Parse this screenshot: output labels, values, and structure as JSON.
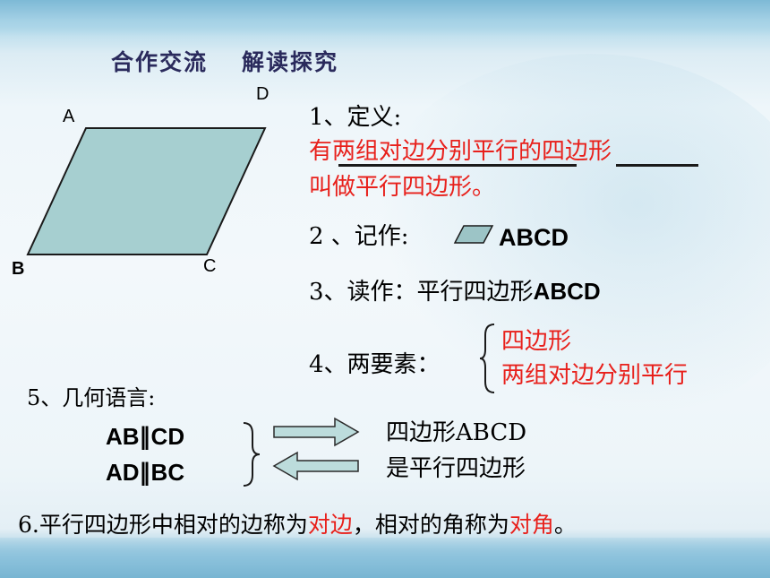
{
  "title": {
    "part1": "合作交流",
    "part2": "解读探究"
  },
  "figure": {
    "label_a": "A",
    "label_b": "B",
    "label_c": "C",
    "label_d": "D",
    "fill": "#a6cfd0"
  },
  "definition": {
    "heading": "1、定义:",
    "line1_pre": "有",
    "line1_u1": "两组对边分别平行",
    "line1_mid": "的",
    "line1_u2": "四边形",
    "line2": "叫做平行四边形。"
  },
  "notation": {
    "label": "2 、记作:",
    "symbol_name": "parallelogram-icon",
    "value": "ABCD"
  },
  "reading": {
    "prefix": "3、读作：平行四边形",
    "value": "ABCD"
  },
  "elements": {
    "label": "4、两要素：",
    "item1": "四边形",
    "item2": "两组对边分别平行"
  },
  "geometry": {
    "label": "5、几何语言:",
    "cond1": "AB∥CD",
    "cond2": "AD∥BC",
    "result_line1": "四边形ABCD",
    "result_line2": "是平行四边形"
  },
  "item6": {
    "part1": "6.平行四边形中相对的边称为",
    "red1": "对边",
    "part2": "，相对的角称为",
    "red2": "对角",
    "part3": "。"
  },
  "colors": {
    "red": "#e8201b",
    "title": "#2a2a5c"
  }
}
